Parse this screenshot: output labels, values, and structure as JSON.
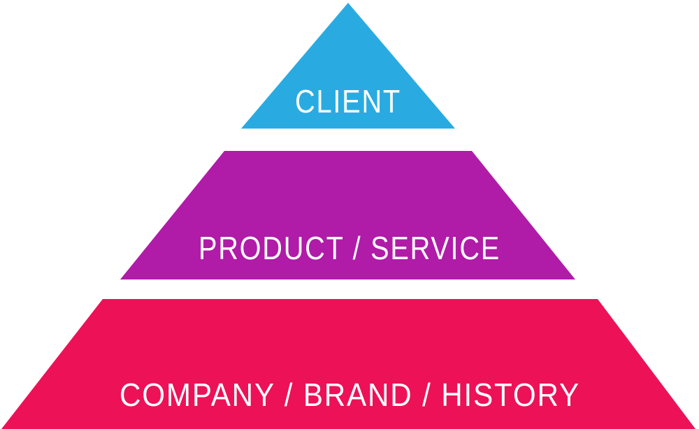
{
  "diagram": {
    "background_color": "#ffffff",
    "label_text_color": "#ffffff",
    "tiers": [
      {
        "label": "CLIENT",
        "color": "#29ABE2"
      },
      {
        "label": "PRODUCT / SERVICE",
        "color": "#B01BA8"
      },
      {
        "label": "COMPANY / BRAND / HISTORY",
        "color": "#ED1157"
      }
    ]
  }
}
